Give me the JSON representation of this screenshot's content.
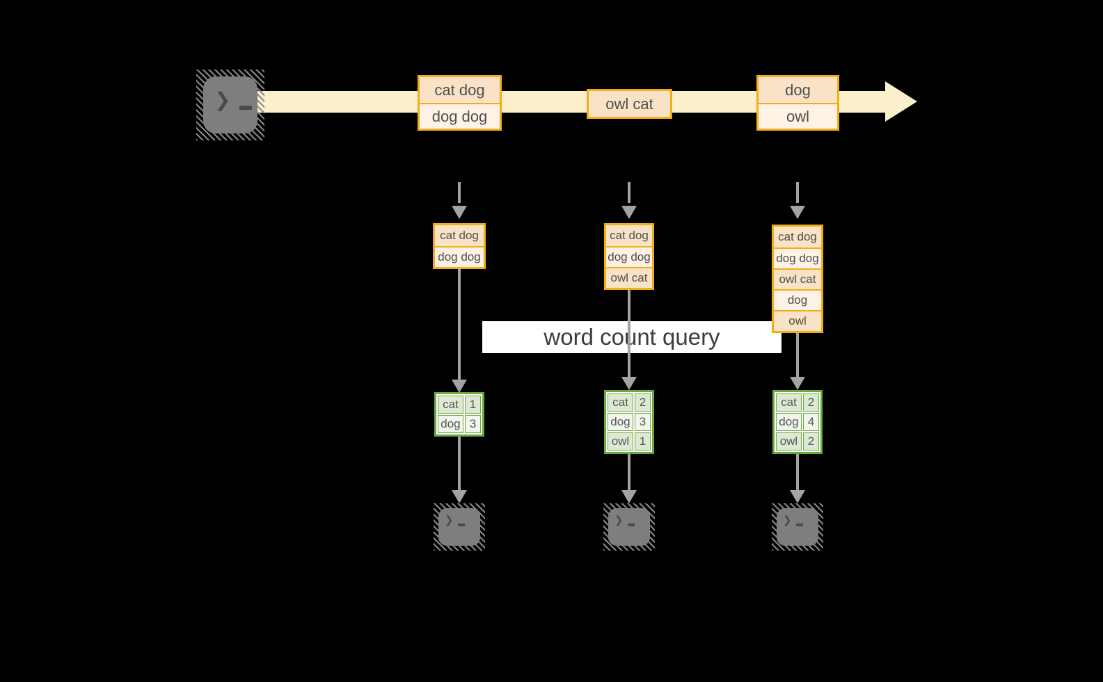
{
  "query": {
    "label": "word count query"
  },
  "icons": {
    "terminal_prompt": "❯"
  },
  "colors": {
    "background": "#000000",
    "stream_band": "#fcf0cc",
    "box_border": "#f2ae19",
    "box_fill_dark": "#f9e2c5",
    "box_fill_light": "#fdf2e3",
    "table_border": "#6aa93c",
    "table_fill_dark": "#dde9d2",
    "table_fill_light": "#f1f5eb",
    "arrow": "#a3a3a3"
  },
  "stream": {
    "batches": [
      {
        "items": [
          "cat dog",
          "dog dog"
        ]
      },
      {
        "items": [
          "owl cat"
        ]
      },
      {
        "items": [
          "dog",
          "owl"
        ]
      }
    ]
  },
  "columns": [
    {
      "state": [
        "cat dog",
        "dog dog"
      ],
      "counts": [
        {
          "word": "cat",
          "count": "1"
        },
        {
          "word": "dog",
          "count": "3"
        }
      ]
    },
    {
      "state": [
        "cat dog",
        "dog dog",
        "owl cat"
      ],
      "counts": [
        {
          "word": "cat",
          "count": "2"
        },
        {
          "word": "dog",
          "count": "3"
        },
        {
          "word": "owl",
          "count": "1"
        }
      ]
    },
    {
      "state": [
        "cat dog",
        "dog dog",
        "owl cat",
        "dog",
        "owl"
      ],
      "counts": [
        {
          "word": "cat",
          "count": "2"
        },
        {
          "word": "dog",
          "count": "4"
        },
        {
          "word": "owl",
          "count": "2"
        }
      ]
    }
  ]
}
